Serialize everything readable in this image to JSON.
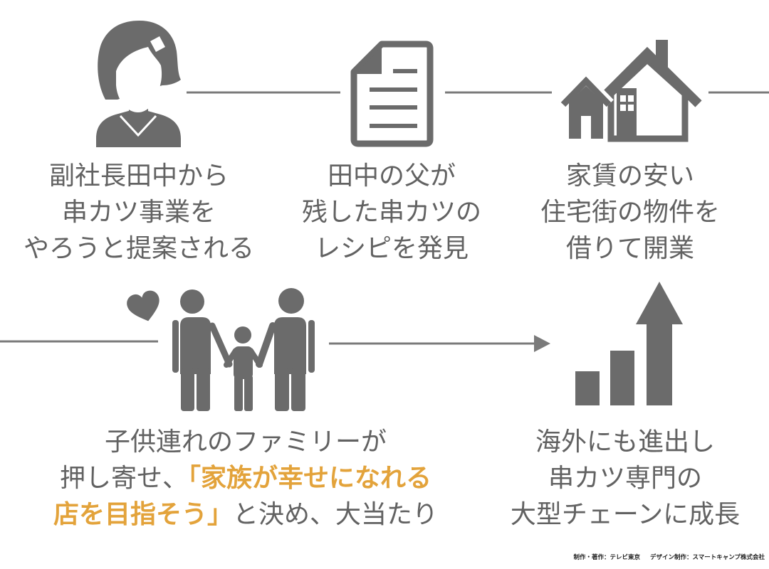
{
  "colors": {
    "background": "#ffffff",
    "icon": "#6b6b6b",
    "text": "#626262",
    "connector": "#7a7a7a",
    "highlight": "#e3a33b",
    "credit": "#222222"
  },
  "steps": [
    {
      "icon": "woman-avatar-icon",
      "lines": [
        "副社長田中から",
        "串カツ事業を",
        "やろうと提案される"
      ]
    },
    {
      "icon": "document-icon",
      "lines": [
        "田中の父が",
        "残した串カツの",
        "レシピを発見"
      ]
    },
    {
      "icon": "houses-icon",
      "lines": [
        "家賃の安い",
        "住宅街の物件を",
        "借りて開業"
      ]
    },
    {
      "icon": "family-icon",
      "accent_icon": "heart-icon",
      "lines": [
        [
          {
            "text": "子供連れのファミリーが",
            "emphasis": false
          }
        ],
        [
          {
            "text": "押し寄せ、",
            "emphasis": false
          },
          {
            "text": "「家族が幸せになれる",
            "emphasis": true
          }
        ],
        [
          {
            "text": "店を目指そう」",
            "emphasis": true
          },
          {
            "text": "と決め、大当たり",
            "emphasis": false
          }
        ]
      ]
    },
    {
      "icon": "growth-bar-chart-icon",
      "lines": [
        "海外にも進出し",
        "串カツ専門の",
        "大型チェーンに成長"
      ]
    }
  ],
  "connectors": {
    "arrow_icon": "arrow-right-icon"
  },
  "credits": [
    "制作・著作：テレビ東京",
    "デザイン制作：スマートキャンプ株式会社"
  ]
}
